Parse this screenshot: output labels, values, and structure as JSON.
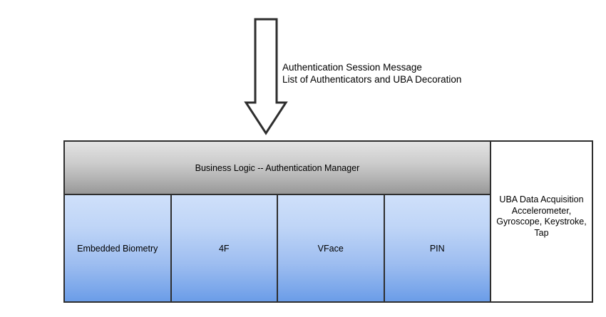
{
  "diagram": {
    "flow_arrow": {
      "direction": "down",
      "icon": "down-arrow-icon",
      "annotation": {
        "line1": "Authentication Session Message",
        "line2": "List of Authenticators and UBA Decoration"
      }
    },
    "header_band": {
      "label": "Business Logic -- Authentication Manager",
      "fill_top": "#e3e3e3",
      "fill_bottom": "#989898"
    },
    "authenticators": [
      {
        "label": "Embedded Biometry"
      },
      {
        "label": "4F"
      },
      {
        "label": "VFace"
      },
      {
        "label": "PIN"
      }
    ],
    "authenticator_fill": {
      "top": "#cfe0fa",
      "bottom": "#6b9de8"
    },
    "uba_panel": {
      "line1": "UBA Data Acquisition",
      "line2": "Accelerometer,",
      "line3": "Gyroscope, Keystroke,",
      "line4": "Tap",
      "fill": "#ffffff"
    },
    "stroke_color": "#2e2e2e"
  }
}
